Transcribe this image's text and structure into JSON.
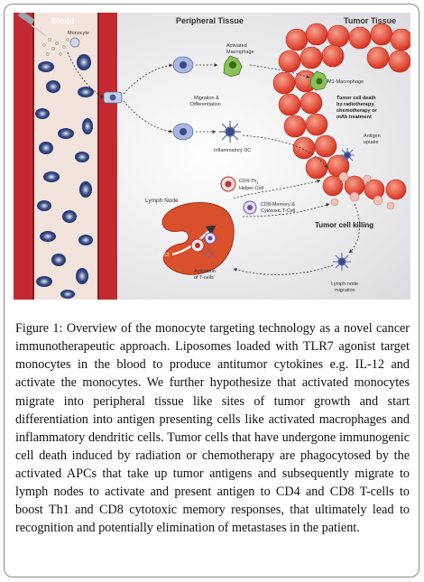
{
  "figure": {
    "panels": {
      "blood": "Blood",
      "peripheral": "Peripheral Tissue",
      "tumor": "Tumor Tissue"
    },
    "labels": {
      "monocyte": "Monocyte",
      "activated_macrophage_1": "Activated",
      "activated_macrophage_2": "Macrophage",
      "migration_1": "Migration &",
      "migration_2": "Differentiation",
      "inflammatory_dc": "Inflammatory DC",
      "m1_macrophage": "M1-Macrophage",
      "tumor_death_1": "Tumor cell death",
      "tumor_death_2": "by radiotherapy,",
      "tumor_death_3": "chemotherapy or",
      "tumor_death_4": "mAb treatment",
      "antigen_1": "Antigen",
      "antigen_2": "uptake",
      "cd4_1": "CD4-Th",
      "cd4_sub": "1",
      "cd4_2": "Helper Cell",
      "lymph_node": "Lymph Node",
      "cd8_1": "CD8-Memory &",
      "cd8_2": "Cytotoxic T-Cell",
      "killing": "Tumor cell killing",
      "il12": "IL-12",
      "activation_1": "Activation",
      "activation_2": "of T-cells",
      "ln_migration_1": "Lymph node",
      "ln_migration_2": "migration"
    },
    "colors": {
      "blood_bg": "#c22a30",
      "vessel_bg": "#f0e0d8",
      "tumor_red": "#e0412f",
      "lymph_node": "#d9502c"
    }
  },
  "caption": {
    "label": "Figure 1:",
    "text": "Overview of the monocyte targeting technology as a novel cancer immunotherapeutic approach. Liposomes loaded with TLR7 agonist target monocytes in the blood to produce antitumor cytokines e.g. IL-12 and activate the monocytes. We further hypothesize that activated monocytes migrate into peripheral tissue like sites of tumor growth and start differentiation into antigen presenting cells like activated macrophages and inflammatory dendritic cells. Tumor cells that have undergone immunogenic cell death induced by radiation or chemotherapy are phagocytosed by the activated APCs that take up tumor antigens and subsequently migrate to lymph nodes to activate and present antigen to CD4 and CD8 T-cells to boost Th1 and CD8 cytotoxic memory responses, that ultimately lead to recognition and potentially elimination of metastases in the patient."
  }
}
